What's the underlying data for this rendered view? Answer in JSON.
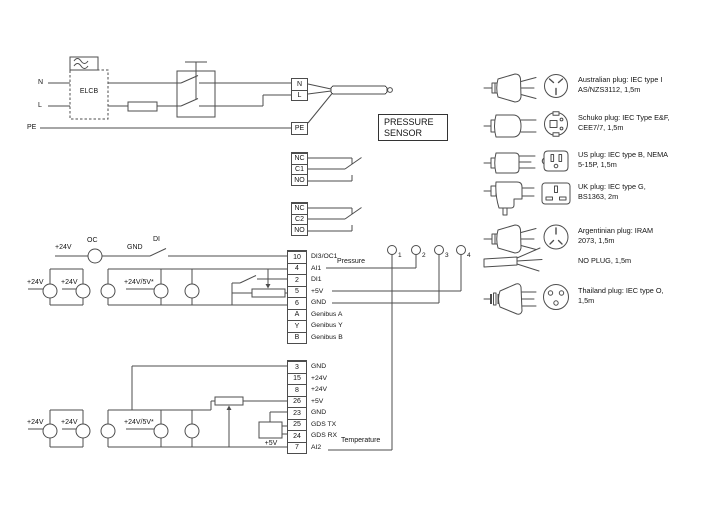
{
  "colors": {
    "line": "#4d4d4d",
    "text": "#141414",
    "background": "#ffffff"
  },
  "schematic": {
    "line_labels": {
      "n": "N",
      "l": "L",
      "pe": "PE"
    },
    "elcb_label": "ELCB",
    "power_terminals": [
      "N",
      "L",
      "PE"
    ],
    "pressure_sensor_label": "PRESSURE SENSOR",
    "relay1": [
      "NC",
      "C1",
      "NO"
    ],
    "relay2": [
      "NC",
      "C2",
      "NO"
    ],
    "block1": [
      {
        "pin": "10",
        "label": "DI3/OC1"
      },
      {
        "pin": "4",
        "label": "AI1"
      },
      {
        "pin": "2",
        "label": "DI1"
      },
      {
        "pin": "5",
        "label": "+5V"
      },
      {
        "pin": "6",
        "label": "GND"
      },
      {
        "pin": "A",
        "label": "Genibus A"
      },
      {
        "pin": "Y",
        "label": "Genibus Y"
      },
      {
        "pin": "B",
        "label": "Genibus B"
      }
    ],
    "block2": [
      {
        "pin": "3",
        "label": "GND"
      },
      {
        "pin": "15",
        "label": "+24V"
      },
      {
        "pin": "8",
        "label": "+24V"
      },
      {
        "pin": "26",
        "label": "+5V"
      },
      {
        "pin": "23",
        "label": "GND"
      },
      {
        "pin": "25",
        "label": "GDS TX"
      },
      {
        "pin": "24",
        "label": "GDS RX"
      },
      {
        "pin": "7",
        "label": "AI2"
      }
    ],
    "sensor_pins": [
      "1",
      "2",
      "3",
      "4"
    ],
    "annotations": {
      "plus24v": "+24V",
      "oc": "OC",
      "gnd": "GND",
      "di": "DI",
      "plus24v_5v": "+24V/5V*",
      "pressure": "Pressure",
      "temperature": "Temperature",
      "plus5v": "+5V"
    }
  },
  "plugs": [
    {
      "icon": "australian-plug",
      "line1": "Australian plug: IEC type I",
      "line2": "AS/NZS3112, 1,5m"
    },
    {
      "icon": "schuko-plug",
      "line1": "Schuko plug: IEC Type E&F,",
      "line2": "CEE7/7, 1,5m"
    },
    {
      "icon": "us-plug",
      "line1": "US plug: IEC type B, NEMA",
      "line2": "5-15P, 1,5m"
    },
    {
      "icon": "uk-plug",
      "line1": "UK plug: IEC type G,",
      "line2": "BS1363, 2m"
    },
    {
      "icon": "argentinian-plug",
      "line1": "Argentinian plug: IRAM",
      "line2": "2073, 1,5m"
    },
    {
      "icon": "no-plug",
      "line1": "NO PLUG, 1,5m",
      "line2": ""
    },
    {
      "icon": "thailand-plug",
      "line1": "Thailand plug: IEC type O,",
      "line2": "1,5m"
    }
  ]
}
